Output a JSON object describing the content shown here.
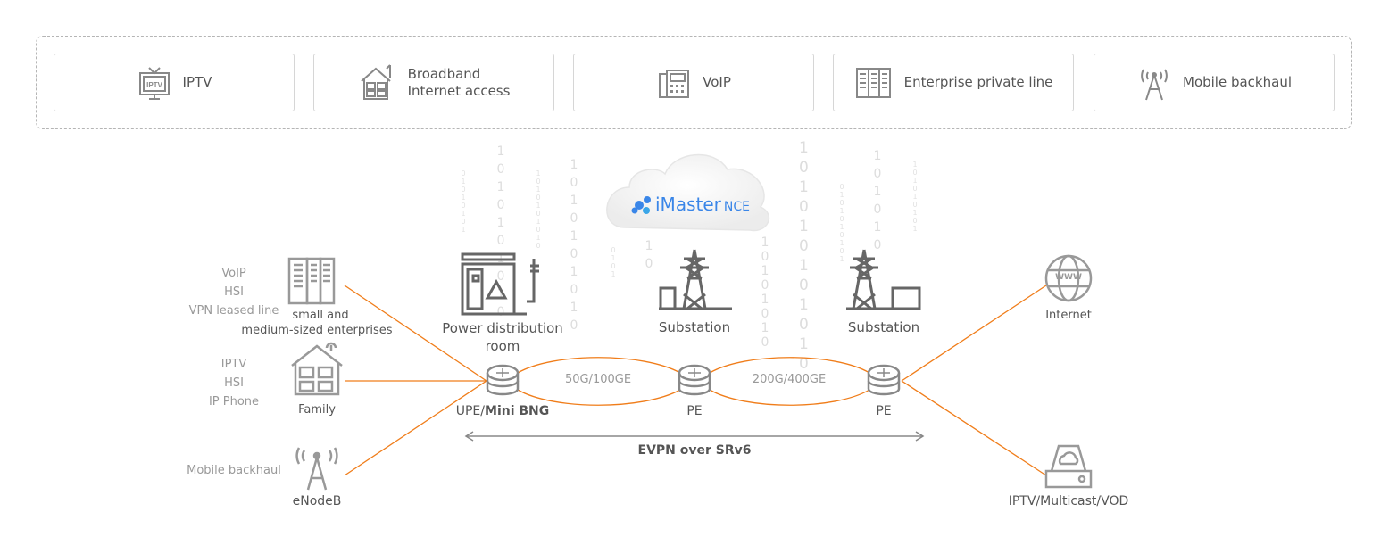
{
  "services": [
    {
      "label": "IPTV",
      "icon": "tv-icon"
    },
    {
      "label": "Broadband\nInternet access",
      "icon": "home-icon"
    },
    {
      "label": "VoIP",
      "icon": "phone-icon"
    },
    {
      "label": "Enterprise private line",
      "icon": "enterprise-building-icon"
    },
    {
      "label": "Mobile backhaul",
      "icon": "antenna-tower-icon"
    }
  ],
  "cloud": {
    "brand_main": "iMaster",
    "brand_suffix": "NCE",
    "brand_color": "#3a86e8"
  },
  "binary_columns": [
    "01010101",
    "1010101010",
    "1010101010",
    "0101",
    "10",
    "101010",
    "10101010",
    "101010101010",
    "0101010101",
    "1010101010",
    "101010101"
  ],
  "sites": {
    "power_room": "Power distribution\nroom",
    "substation_1": "Substation",
    "substation_2": "Substation"
  },
  "network": {
    "link_1": "50G/100GE",
    "link_2": "200G/400GE",
    "upe_prefix": "UPE/",
    "upe_bold": "Mini BNG",
    "pe_1": "PE",
    "pe_2": "PE",
    "evpn": "EVPN over SRv6",
    "link_color": "#f07d1a"
  },
  "access": {
    "enterprise": {
      "services": [
        "VoIP",
        "HSI",
        "VPN leased line"
      ],
      "label_1": "small and",
      "label_2": "medium-sized enterprises"
    },
    "family": {
      "services": [
        "IPTV",
        "HSI",
        "IP Phone"
      ],
      "label": "Family"
    },
    "enodeb": {
      "services": [
        "Mobile backhaul"
      ],
      "label": "eNodeB"
    }
  },
  "upstream": {
    "internet": "Internet",
    "iptv": "IPTV/Multicast/VOD",
    "www": "WWW"
  }
}
